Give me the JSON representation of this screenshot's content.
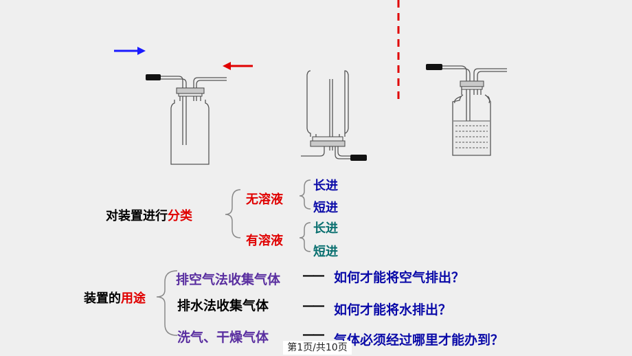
{
  "slide": {
    "classify_prefix": "对装置进行",
    "classify_keyword": "分类",
    "no_solution": "无溶液",
    "with_solution": "有溶液",
    "long_in_1": "长进",
    "short_in_1": "短进",
    "long_in_2": "长进",
    "short_in_2": "短进",
    "usage_prefix": "装置的",
    "usage_keyword": "用途",
    "use_air": "排空气法收集气体",
    "use_water": "排水法收集气体",
    "use_wash": "洗气、干燥气体",
    "dash": "——",
    "q_air": "如何才能将空气排出？",
    "q_water": "如何才能将水排出？",
    "q_wash": "气体必须经过哪里才能办到？"
  },
  "footer": {
    "page": "第1页/共10页"
  },
  "colors": {
    "red": "#e00000",
    "blue": "#0a0aa8",
    "teal": "#0a7070",
    "purple": "#5a2fa0"
  }
}
